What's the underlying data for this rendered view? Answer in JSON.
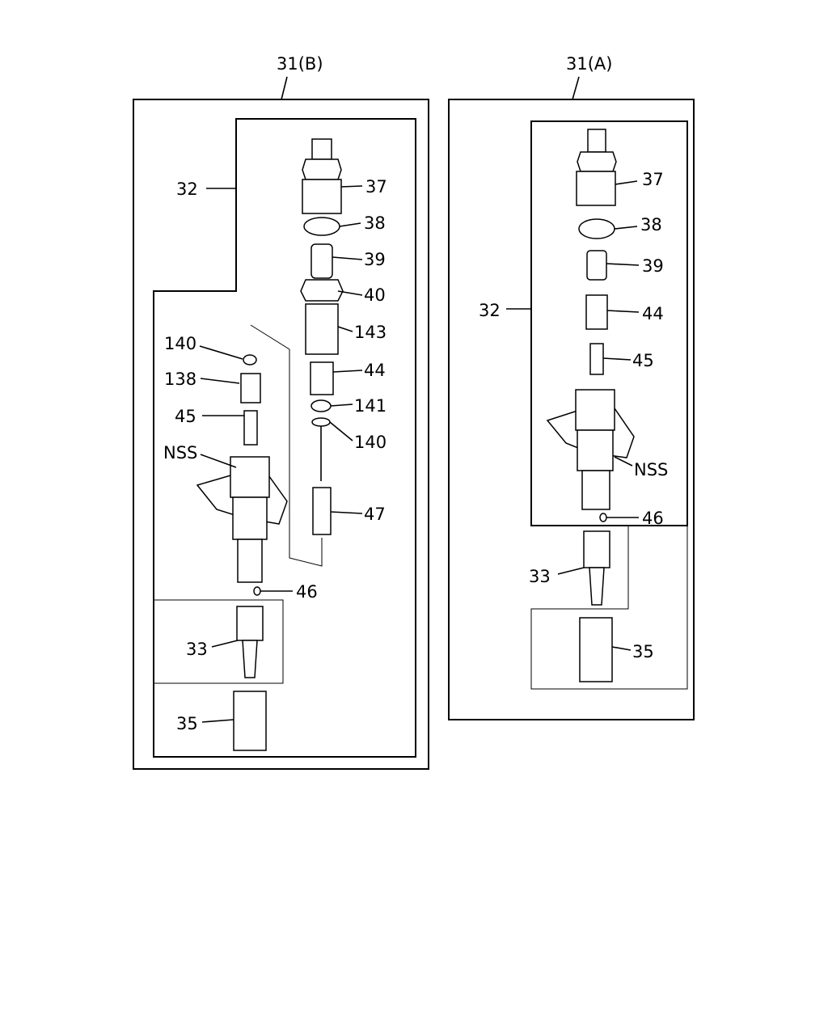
{
  "diagram": {
    "assembly_b": {
      "title": "31(B)",
      "labels": {
        "p32": "32",
        "p37": "37",
        "p38": "38",
        "p39": "39",
        "p40": "40",
        "p143": "143",
        "p140a": "140",
        "p138": "138",
        "p44": "44",
        "p45": "45",
        "p141": "141",
        "p140b": "140",
        "nss": "NSS",
        "p47": "47",
        "p46": "46",
        "p33": "33",
        "p35": "35"
      }
    },
    "assembly_a": {
      "title": "31(A)",
      "labels": {
        "p37": "37",
        "p38": "38",
        "p39": "39",
        "p32": "32",
        "p44": "44",
        "p45": "45",
        "nss": "NSS",
        "p46": "46",
        "p33": "33",
        "p35": "35"
      }
    }
  }
}
